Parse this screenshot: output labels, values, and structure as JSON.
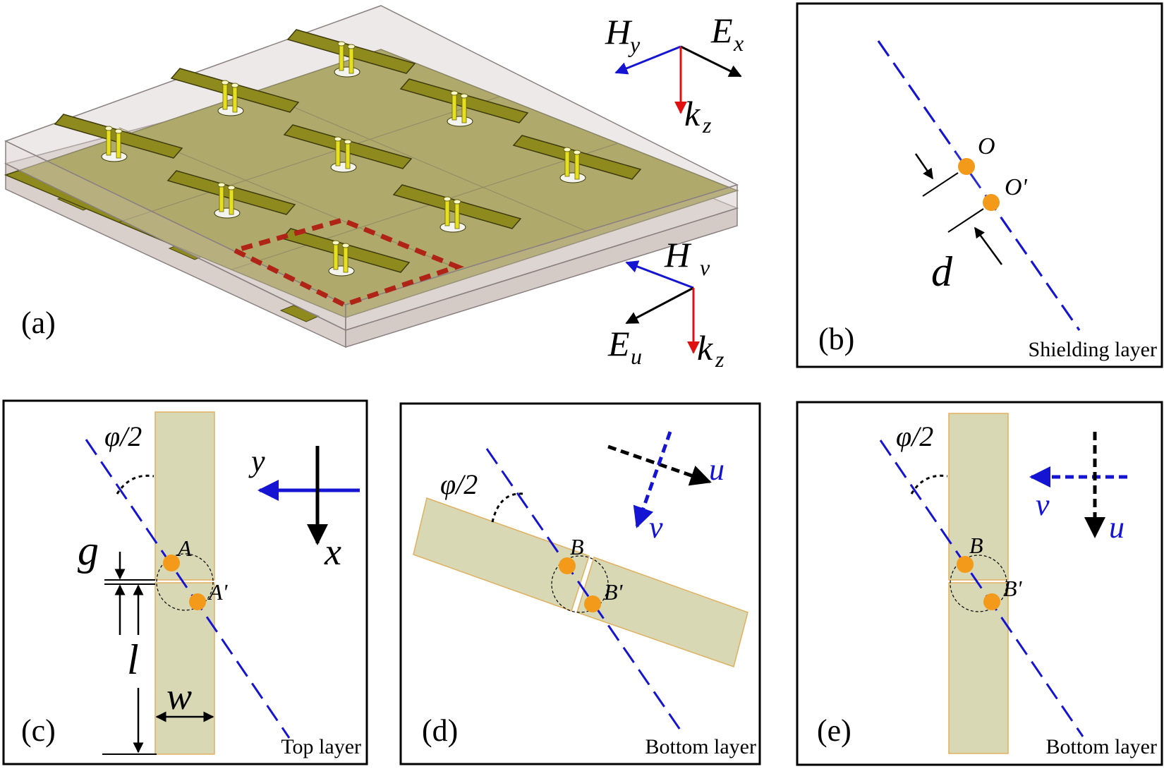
{
  "panels": {
    "a": {
      "label": "(a)"
    },
    "b": {
      "label": "(b)",
      "layer": "Shielding layer",
      "point1": "O",
      "point2": "O'",
      "dim": "d"
    },
    "c": {
      "label": "(c)",
      "layer": "Top layer",
      "angle": "φ/2",
      "pointA": "A",
      "pointA2": "A'",
      "dim_g": "g",
      "dim_l": "l",
      "dim_w": "w",
      "axis_y": "y",
      "axis_x": "x"
    },
    "d": {
      "label": "(d)",
      "layer": "Bottom layer",
      "angle": "φ/2",
      "pointB": "B",
      "pointB2": "B'",
      "axis_u": "u",
      "axis_v": "v"
    },
    "e": {
      "label": "(e)",
      "layer": "Bottom layer",
      "angle": "φ/2",
      "pointB": "B",
      "pointB2": "B'",
      "axis_u": "u",
      "axis_v": "v"
    }
  },
  "fields_top": {
    "H": "H",
    "H_sub": "y",
    "E": "E",
    "E_sub": "x",
    "k": "k",
    "k_sub": "z"
  },
  "fields_bottom": {
    "H": "H",
    "H_sub": "v",
    "E": "E",
    "E_sub": "u",
    "k": "k",
    "k_sub": "z"
  },
  "colors": {
    "metal": "#8f8a1e",
    "tan": "#d8d8b4",
    "blue": "#1414d2",
    "red": "#e01010",
    "dot": "#f39a1b"
  }
}
